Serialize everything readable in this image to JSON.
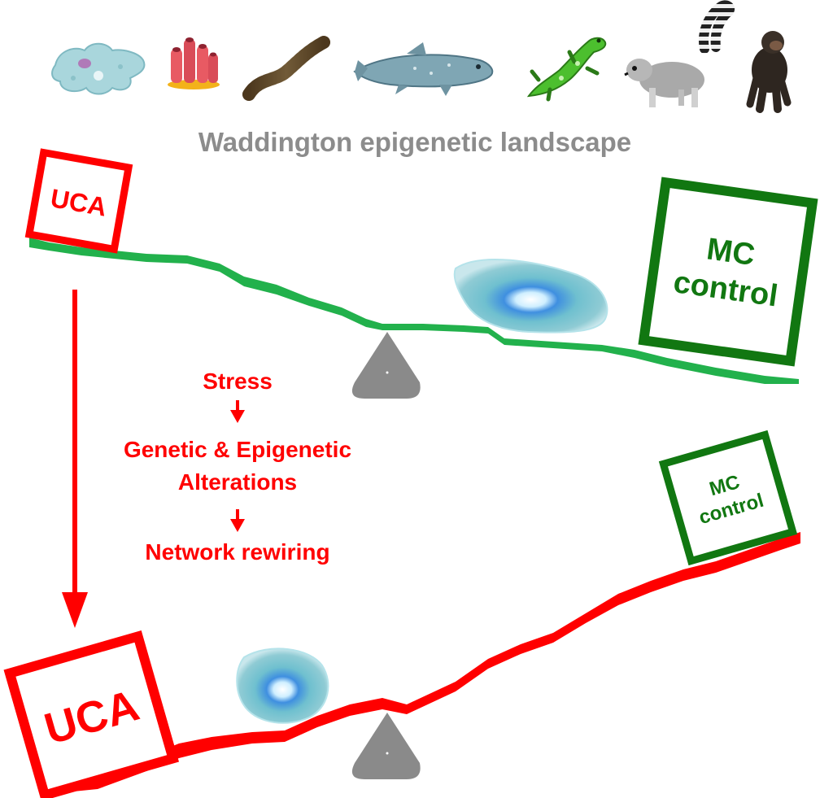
{
  "title": "Waddington epigenetic landscape",
  "organisms": [
    "amoeba-icon",
    "sponge-icon",
    "worm-icon",
    "coelacanth-icon",
    "lizard-icon",
    "lemur-icon",
    "chimpanzee-icon"
  ],
  "top_scene": {
    "uca_label": "UCA",
    "mc_label_line1": "MC",
    "mc_label_line2": "control",
    "line_color": "#22b14c",
    "box_uca_color": "#ff0000",
    "box_mc_color": "#117711"
  },
  "process": {
    "step1": "Stress",
    "step2_line1": "Genetic & Epigenetic",
    "step2_line2": "Alterations",
    "step3": "Network rewiring",
    "color": "#ff0000"
  },
  "bottom_scene": {
    "uca_label": "UCA",
    "mc_label_line1": "MC",
    "mc_label_line2": "control",
    "line_color": "#ff0000",
    "box_uca_color": "#ff0000",
    "box_mc_color": "#117711"
  },
  "colors": {
    "title": "#8c8c8c",
    "fulcrum": "#8a8a8a",
    "cell": "#5fb8c8"
  }
}
